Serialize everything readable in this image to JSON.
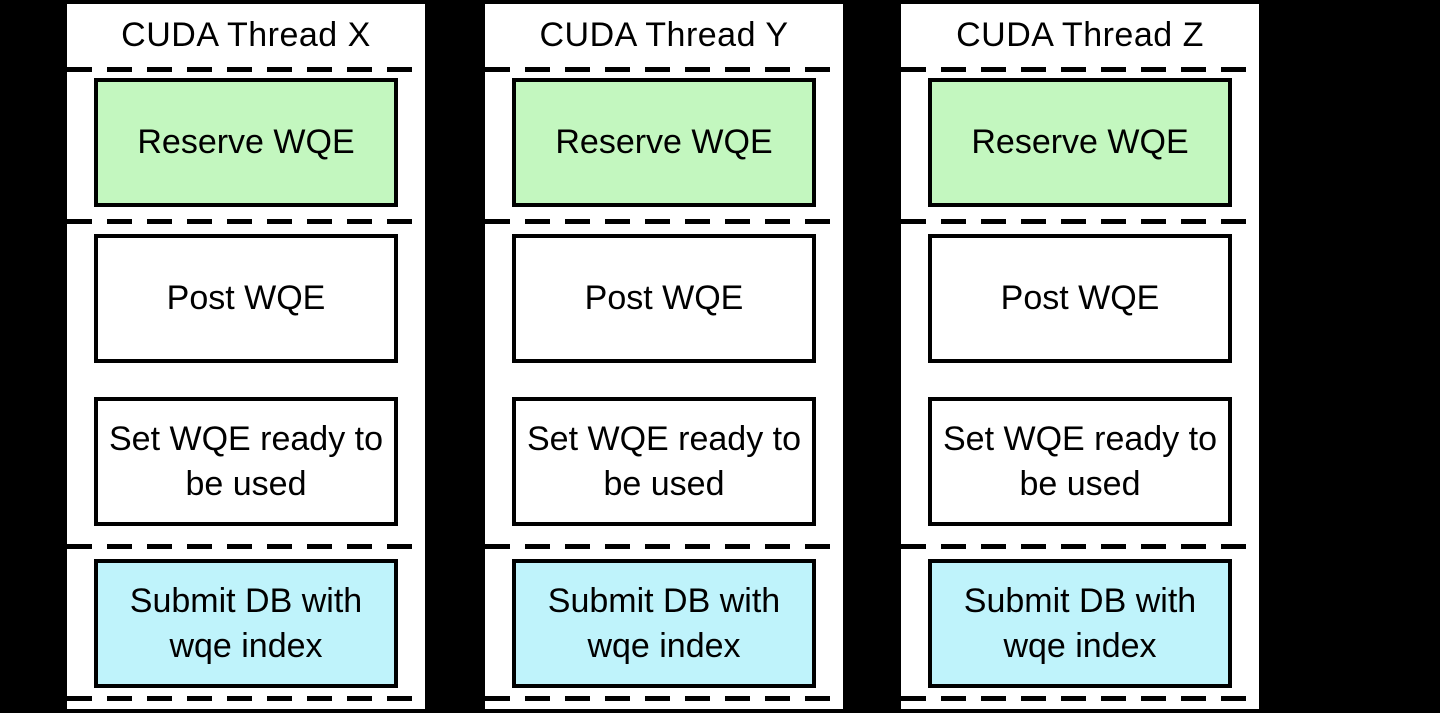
{
  "diagram": {
    "colors": {
      "page_background": "#000000",
      "lane_fill": "#ffffff",
      "line_color": "#000000",
      "reserve_fill": "#c3f7bf",
      "submit_fill": "#bff3fb"
    },
    "columns": [
      {
        "title": "CUDA Thread X",
        "steps": [
          {
            "label": "Reserve WQE",
            "fill": "#c3f7bf"
          },
          {
            "label": "Post WQE",
            "fill": "#ffffff"
          },
          {
            "label": "Set WQE ready to\nbe used",
            "fill": "#ffffff"
          },
          {
            "label": "Submit DB with\nwqe index",
            "fill": "#bff3fb"
          }
        ]
      },
      {
        "title": "CUDA Thread Y",
        "steps": [
          {
            "label": "Reserve WQE",
            "fill": "#c3f7bf"
          },
          {
            "label": "Post WQE",
            "fill": "#ffffff"
          },
          {
            "label": "Set WQE ready to\nbe used",
            "fill": "#ffffff"
          },
          {
            "label": "Submit DB with\nwqe index",
            "fill": "#bff3fb"
          }
        ]
      },
      {
        "title": "CUDA Thread Z",
        "steps": [
          {
            "label": "Reserve WQE",
            "fill": "#c3f7bf"
          },
          {
            "label": "Post WQE",
            "fill": "#ffffff"
          },
          {
            "label": "Set WQE ready to\nbe used",
            "fill": "#ffffff"
          },
          {
            "label": "Submit DB with\nwqe index",
            "fill": "#bff3fb"
          }
        ]
      }
    ]
  }
}
